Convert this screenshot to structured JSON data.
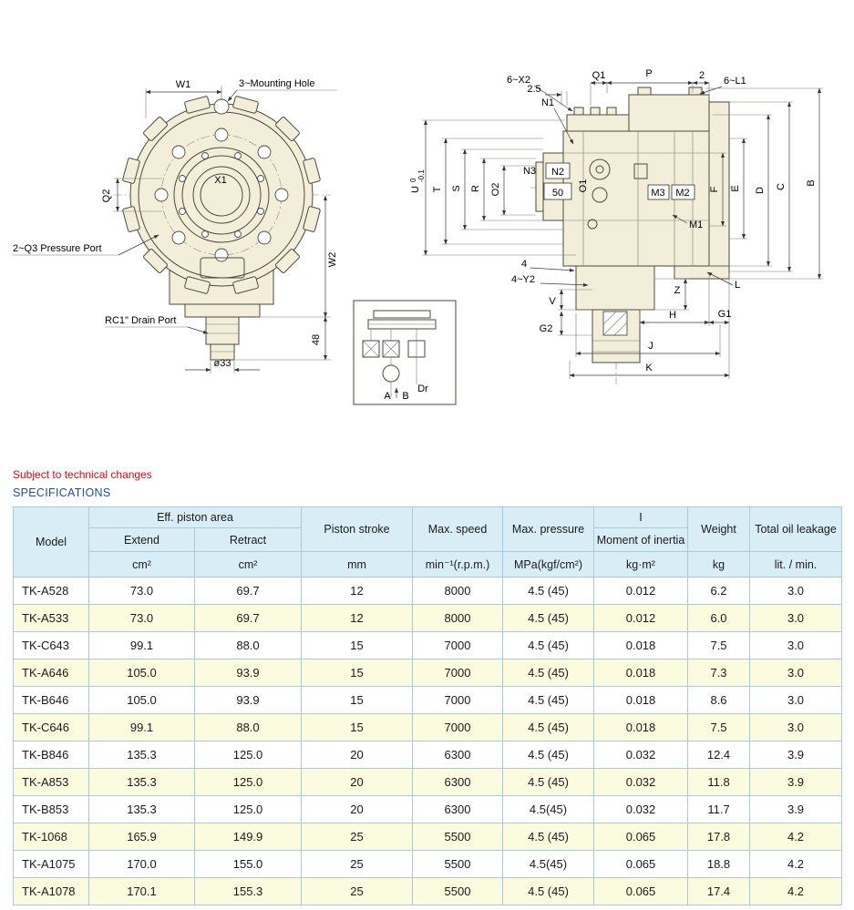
{
  "colors": {
    "note_red": "#e60014",
    "title_blue": "#1f4e9c",
    "header_bg": "#d9edf7",
    "row_alt": "#fbfbdf",
    "border": "#a9cad8",
    "draw_fill": "#f3eeda",
    "draw_line": "#4a4a3e"
  },
  "page": {
    "note": "Subject to technical changes",
    "section_title": "SPECIFICATIONS"
  },
  "front_view": {
    "labels": {
      "w1": "W1",
      "mounting_hole": "3~Mounting Hole",
      "q2": "Q2",
      "x1": "X1",
      "pressure_port": "2~Q3 Pressure Port",
      "w2": "W2",
      "dim48": "48",
      "drain_port": "RC1\" Drain Port",
      "dia33": "ø33"
    }
  },
  "side_view": {
    "labels": {
      "x2": "6~X2",
      "dim25": "2.5",
      "n1": "N1",
      "q1": "Q1",
      "p": "P",
      "dim2": "2",
      "l1": "6~L1",
      "n3": "N3",
      "n2": "N2",
      "dim50": "50",
      "u": "U",
      "u_sup": "0",
      "u_sub": "-0.1",
      "t": "T",
      "s": "S",
      "r": "R",
      "o2": "O2",
      "o1": "O1",
      "m3": "M3",
      "m2": "M2",
      "m1": "M1",
      "f": "F",
      "e": "E",
      "d": "D",
      "c": "C",
      "b": "B",
      "dim4": "4",
      "y2": "4~Y2",
      "v": "V",
      "g2": "G2",
      "z": "Z",
      "h": "H",
      "g1": "G1",
      "j": "J",
      "k": "K",
      "l": "L"
    }
  },
  "schematic": {
    "labels": {
      "a": "A",
      "b": "B",
      "dr": "Dr"
    }
  },
  "table": {
    "header": {
      "model": "Model",
      "eff_piston_area": "Eff. piston area",
      "extend": "Extend",
      "retract": "Retract",
      "piston_stroke": "Piston stroke",
      "max_speed": "Max. speed",
      "max_pressure": "Max. pressure",
      "inertia_symbol": "I",
      "inertia_name": "Moment of inertia",
      "weight": "Weight",
      "leakage": "Total oil leakage",
      "units": {
        "extend": "cm²",
        "retract": "cm²",
        "stroke": "mm",
        "speed": "min⁻¹(r.p.m.)",
        "pressure": "MPa(kgf/cm²)",
        "inertia": "kg·m²",
        "weight": "kg",
        "leakage": "lit. / min."
      }
    },
    "rows": [
      {
        "model": "TK-A528",
        "extend": "73.0",
        "retract": "69.7",
        "stroke": "12",
        "speed": "8000",
        "pressure": "4.5 (45)",
        "inertia": "0.012",
        "weight": "6.2",
        "leakage": "3.0"
      },
      {
        "model": "TK-A533",
        "extend": "73.0",
        "retract": "69.7",
        "stroke": "12",
        "speed": "8000",
        "pressure": "4.5 (45)",
        "inertia": "0.012",
        "weight": "6.0",
        "leakage": "3.0"
      },
      {
        "model": "TK-C643",
        "extend": "99.1",
        "retract": "88.0",
        "stroke": "15",
        "speed": "7000",
        "pressure": "4.5 (45)",
        "inertia": "0.018",
        "weight": "7.5",
        "leakage": "3.0"
      },
      {
        "model": "TK-A646",
        "extend": "105.0",
        "retract": "93.9",
        "stroke": "15",
        "speed": "7000",
        "pressure": "4.5 (45)",
        "inertia": "0.018",
        "weight": "7.3",
        "leakage": "3.0"
      },
      {
        "model": "TK-B646",
        "extend": "105.0",
        "retract": "93.9",
        "stroke": "15",
        "speed": "7000",
        "pressure": "4.5 (45)",
        "inertia": "0.018",
        "weight": "8.6",
        "leakage": "3.0"
      },
      {
        "model": "TK-C646",
        "extend": "99.1",
        "retract": "88.0",
        "stroke": "15",
        "speed": "7000",
        "pressure": "4.5 (45)",
        "inertia": "0.018",
        "weight": "7.5",
        "leakage": "3.0"
      },
      {
        "model": "TK-B846",
        "extend": "135.3",
        "retract": "125.0",
        "stroke": "20",
        "speed": "6300",
        "pressure": "4.5 (45)",
        "inertia": "0.032",
        "weight": "12.4",
        "leakage": "3.9"
      },
      {
        "model": "TK-A853",
        "extend": "135.3",
        "retract": "125.0",
        "stroke": "20",
        "speed": "6300",
        "pressure": "4.5 (45)",
        "inertia": "0.032",
        "weight": "11.8",
        "leakage": "3.9"
      },
      {
        "model": "TK-B853",
        "extend": "135.3",
        "retract": "125.0",
        "stroke": "20",
        "speed": "6300",
        "pressure": "4.5(45)",
        "inertia": "0.032",
        "weight": "11.7",
        "leakage": "3.9"
      },
      {
        "model": "TK-1068",
        "extend": "165.9",
        "retract": "149.9",
        "stroke": "25",
        "speed": "5500",
        "pressure": "4.5 (45)",
        "inertia": "0.065",
        "weight": "17.8",
        "leakage": "4.2"
      },
      {
        "model": "TK-A1075",
        "extend": "170.0",
        "retract": "155.0",
        "stroke": "25",
        "speed": "5500",
        "pressure": "4.5(45)",
        "inertia": "0.065",
        "weight": "18.8",
        "leakage": "4.2"
      },
      {
        "model": "TK-A1078",
        "extend": "170.1",
        "retract": "155.3",
        "stroke": "25",
        "speed": "5500",
        "pressure": "4.5 (45)",
        "inertia": "0.065",
        "weight": "17.4",
        "leakage": "4.2"
      }
    ]
  }
}
